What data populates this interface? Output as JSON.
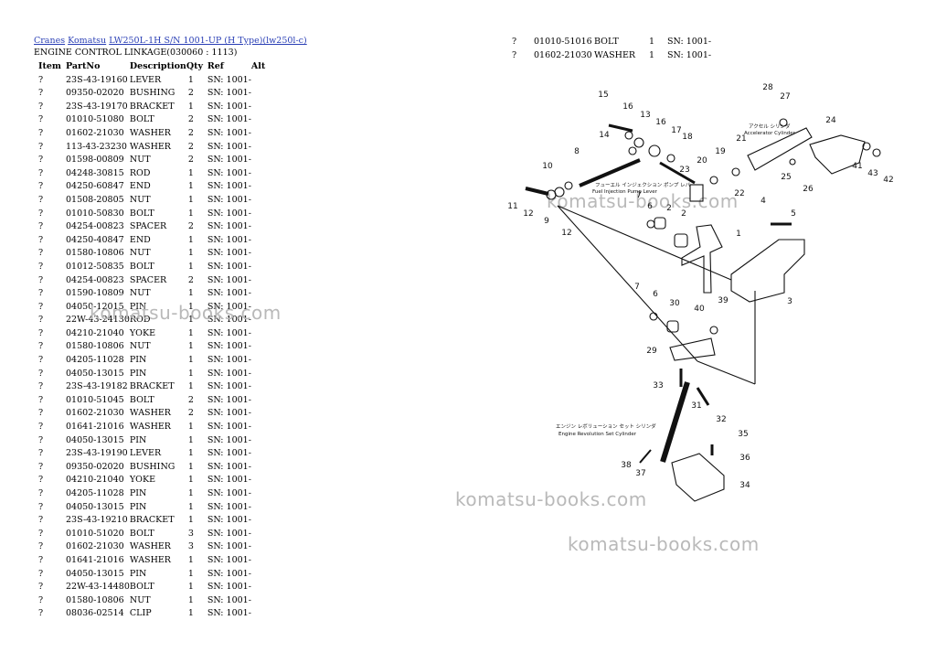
{
  "breadcrumb": {
    "links": [
      "Cranes",
      "Komatsu",
      "LW250L-1H S/N 1001-UP (H Type)(lw250l-c)"
    ]
  },
  "subtitle": "ENGINE CONTROL LINKAGE(030060 : 1113)",
  "table": {
    "headers": [
      "Item",
      "PartNo",
      "Description",
      "Qty",
      "Ref",
      "Alt"
    ],
    "rows": [
      [
        "?",
        "23S-43-19160",
        "LEVER",
        "1",
        "SN: 1001-"
      ],
      [
        "?",
        "09350-02020",
        "BUSHING",
        "2",
        "SN: 1001-"
      ],
      [
        "?",
        "23S-43-19170",
        "BRACKET",
        "1",
        "SN: 1001-"
      ],
      [
        "?",
        "01010-51080",
        "BOLT",
        "2",
        "SN: 1001-"
      ],
      [
        "?",
        "01602-21030",
        "WASHER",
        "2",
        "SN: 1001-"
      ],
      [
        "?",
        "113-43-23230",
        "WASHER",
        "2",
        "SN: 1001-"
      ],
      [
        "?",
        "01598-00809",
        "NUT",
        "2",
        "SN: 1001-"
      ],
      [
        "?",
        "04248-30815",
        "ROD",
        "1",
        "SN: 1001-"
      ],
      [
        "?",
        "04250-60847",
        "END",
        "1",
        "SN: 1001-"
      ],
      [
        "?",
        "01508-20805",
        "NUT",
        "1",
        "SN: 1001-"
      ],
      [
        "?",
        "01010-50830",
        "BOLT",
        "1",
        "SN: 1001-"
      ],
      [
        "?",
        "04254-00823",
        "SPACER",
        "2",
        "SN: 1001-"
      ],
      [
        "?",
        "04250-40847",
        "END",
        "1",
        "SN: 1001-"
      ],
      [
        "?",
        "01580-10806",
        "NUT",
        "1",
        "SN: 1001-"
      ],
      [
        "?",
        "01012-50835",
        "BOLT",
        "1",
        "SN: 1001-"
      ],
      [
        "?",
        "04254-00823",
        "SPACER",
        "2",
        "SN: 1001-"
      ],
      [
        "?",
        "01590-10809",
        "NUT",
        "1",
        "SN: 1001-"
      ],
      [
        "?",
        "04050-12015",
        "PIN",
        "1",
        "SN: 1001-"
      ],
      [
        "?",
        "22W-43-24130",
        "ROD",
        "1",
        "SN: 1001-"
      ],
      [
        "?",
        "04210-21040",
        "YOKE",
        "1",
        "SN: 1001-"
      ],
      [
        "?",
        "01580-10806",
        "NUT",
        "1",
        "SN: 1001-"
      ],
      [
        "?",
        "04205-11028",
        "PIN",
        "1",
        "SN: 1001-"
      ],
      [
        "?",
        "04050-13015",
        "PIN",
        "1",
        "SN: 1001-"
      ],
      [
        "?",
        "23S-43-19182",
        "BRACKET",
        "1",
        "SN: 1001-"
      ],
      [
        "?",
        "01010-51045",
        "BOLT",
        "2",
        "SN: 1001-"
      ],
      [
        "?",
        "01602-21030",
        "WASHER",
        "2",
        "SN: 1001-"
      ],
      [
        "?",
        "01641-21016",
        "WASHER",
        "1",
        "SN: 1001-"
      ],
      [
        "?",
        "04050-13015",
        "PIN",
        "1",
        "SN: 1001-"
      ],
      [
        "?",
        "23S-43-19190",
        "LEVER",
        "1",
        "SN: 1001-"
      ],
      [
        "?",
        "09350-02020",
        "BUSHING",
        "1",
        "SN: 1001-"
      ],
      [
        "?",
        "04210-21040",
        "YOKE",
        "1",
        "SN: 1001-"
      ],
      [
        "?",
        "04205-11028",
        "PIN",
        "1",
        "SN: 1001-"
      ],
      [
        "?",
        "04050-13015",
        "PIN",
        "1",
        "SN: 1001-"
      ],
      [
        "?",
        "23S-43-19210",
        "BRACKET",
        "1",
        "SN: 1001-"
      ],
      [
        "?",
        "01010-51020",
        "BOLT",
        "3",
        "SN: 1001-"
      ],
      [
        "?",
        "01602-21030",
        "WASHER",
        "3",
        "SN: 1001-"
      ],
      [
        "?",
        "01641-21016",
        "WASHER",
        "1",
        "SN: 1001-"
      ],
      [
        "?",
        "04050-13015",
        "PIN",
        "1",
        "SN: 1001-"
      ],
      [
        "?",
        "22W-43-14480",
        "BOLT",
        "1",
        "SN: 1001-"
      ],
      [
        "?",
        "01580-10806",
        "NUT",
        "1",
        "SN: 1001-"
      ],
      [
        "?",
        "08036-02514",
        "CLIP",
        "1",
        "SN: 1001-"
      ]
    ],
    "right_rows": [
      [
        "?",
        "01010-51016",
        "BOLT",
        "1",
        "SN: 1001-"
      ],
      [
        "?",
        "01602-21030",
        "WASHER",
        "1",
        "SN: 1001-"
      ]
    ]
  },
  "watermark": "komatsu-books.com",
  "diagram": {
    "callouts": [
      "1",
      "2",
      "3",
      "4",
      "5",
      "6",
      "7",
      "8",
      "9",
      "10",
      "11",
      "12",
      "13",
      "14",
      "15",
      "16",
      "17",
      "18",
      "19",
      "20",
      "21",
      "22",
      "23",
      "24",
      "25",
      "26",
      "27",
      "28",
      "29",
      "30",
      "31",
      "32",
      "33",
      "34",
      "35",
      "36",
      "37",
      "38",
      "39",
      "40",
      "41",
      "42",
      "43"
    ],
    "labels": {
      "accelerator_jp": "アクセル シリンダ",
      "accelerator_en": "Accelerator Cylinder",
      "fuel_jp": "フューエル インジェクション ポンプ レバー",
      "fuel_en": "Fuel Injection Pump Lever",
      "engine_jp": "エンジン レボリューション セット シリンダ",
      "engine_en": "Engine Revolution Set Cylinder"
    }
  }
}
